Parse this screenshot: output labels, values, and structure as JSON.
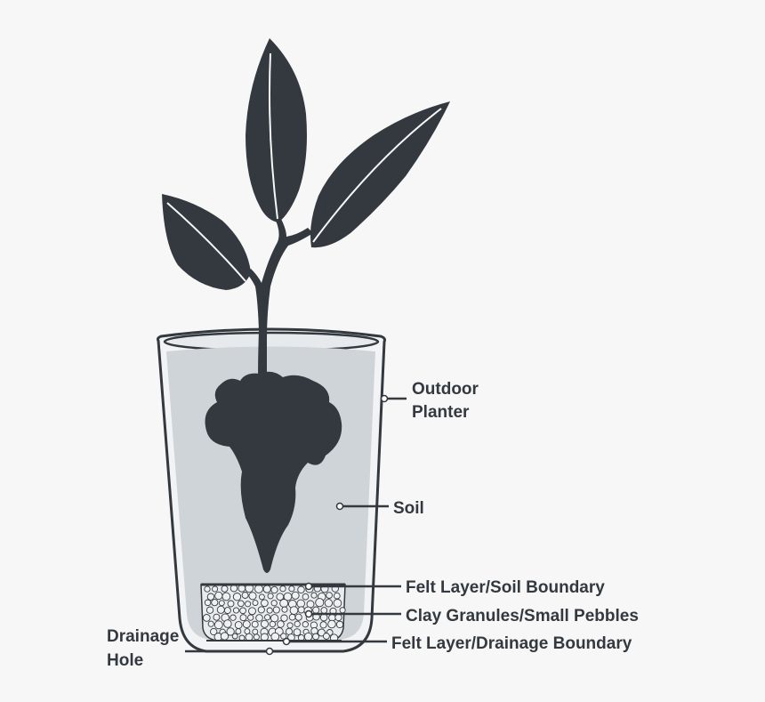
{
  "labels": {
    "outdoor_planter_line1": "Outdoor",
    "outdoor_planter_line2": "Planter",
    "soil": "Soil",
    "felt_soil": "Felt Layer/Soil Boundary",
    "clay": "Clay Granules/Small Pebbles",
    "felt_drainage": "Felt Layer/Drainage Boundary",
    "drainage_line1": "Drainage",
    "drainage_line2": "Hole"
  },
  "colors": {
    "background": "#f7f7f7",
    "plant": "#33393f",
    "soil": "#cfd4d9",
    "planter_outline": "#33393f",
    "pebble_fill": "#eef0f2"
  }
}
